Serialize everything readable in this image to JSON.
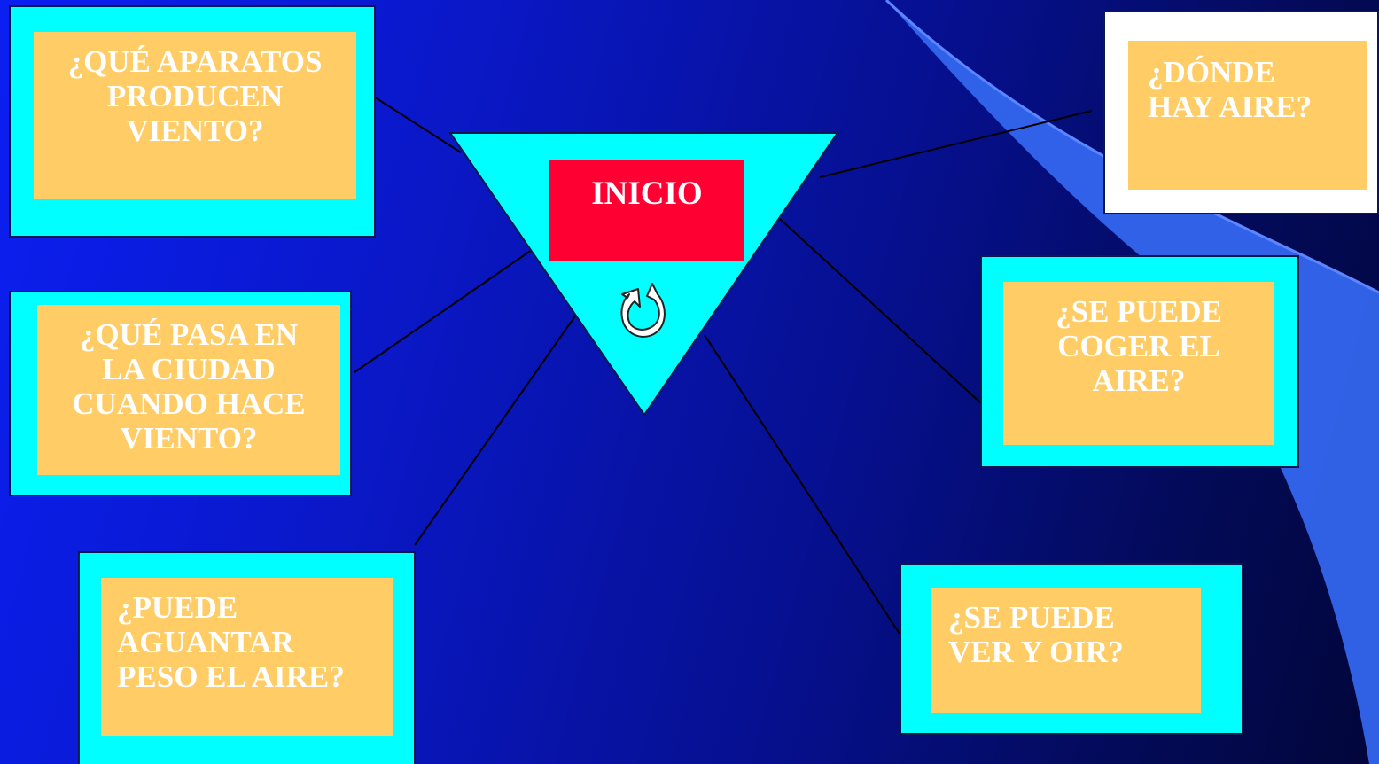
{
  "center": {
    "start_label": "INICIO",
    "reload_icon": "circular-arrow-icon"
  },
  "questions": [
    {
      "id": "aparatos",
      "label": "¿QUÉ APARATOS\nPRODUCEN\nVIENTO?"
    },
    {
      "id": "ciudad",
      "label": "¿QUÉ PASA EN\nLA CIUDAD\nCUANDO HACE\nVIENTO?"
    },
    {
      "id": "peso",
      "label": "¿PUEDE\nAGUANTAR\nPESO EL AIRE?"
    },
    {
      "id": "donde",
      "label": "¿DÓNDE\nHAY AIRE?"
    },
    {
      "id": "coger",
      "label": "¿SE PUEDE\nCOGER EL\nAIRE?"
    },
    {
      "id": "ver",
      "label": "¿SE PUEDE\nVER Y OIR?"
    }
  ],
  "colors": {
    "background": "#0a18c8",
    "card_frame": "#00ffff",
    "card_fill": "#ffcc66",
    "start_fill": "#ff0033",
    "triangle": "#00ffff",
    "swoosh": "#3366ee"
  }
}
